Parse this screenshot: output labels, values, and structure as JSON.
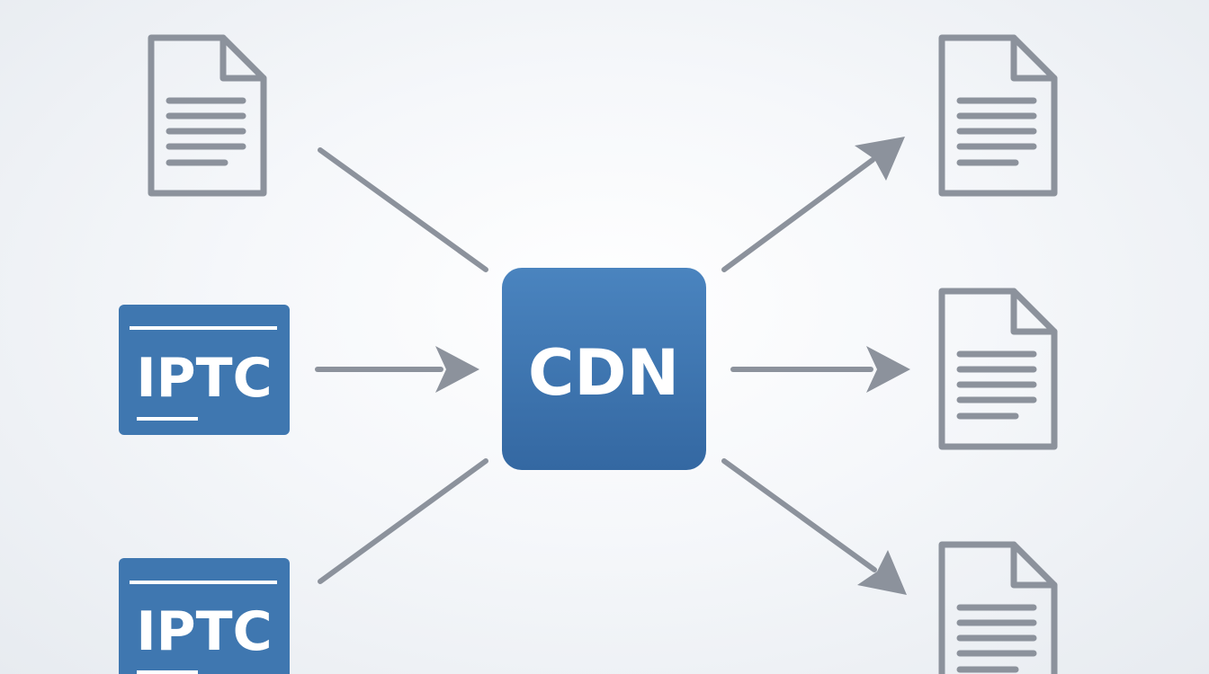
{
  "colors": {
    "accent": "#3f77b0",
    "accent_dark": "#336aa3",
    "stroke": "#8c929c",
    "label": "#ffffff",
    "background": "#f3f5f8"
  },
  "hub": {
    "label": "CDN"
  },
  "sources": [
    {
      "kind": "document",
      "icon": "document-icon"
    },
    {
      "kind": "iptc",
      "label": "IPTC"
    },
    {
      "kind": "iptc",
      "label": "IPTC"
    }
  ],
  "targets": [
    {
      "kind": "document",
      "icon": "document-icon"
    },
    {
      "kind": "document",
      "icon": "document-icon"
    },
    {
      "kind": "document",
      "icon": "document-icon"
    }
  ]
}
